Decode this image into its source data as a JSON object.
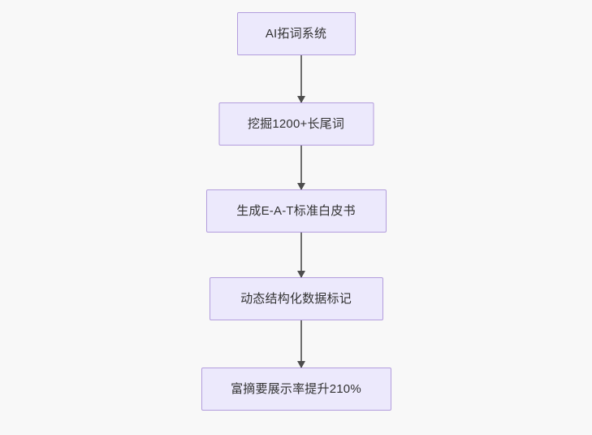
{
  "diagram": {
    "type": "flowchart",
    "orientation": "top-to-bottom",
    "background_color": "#f8f8f8",
    "node_fill_color": "#ece9fc",
    "node_border_color": "#b39ddd",
    "node_text_color": "#333333",
    "edge_color": "#6f6f6f",
    "nodes": [
      {
        "id": "n0",
        "label": "AI拓词系统"
      },
      {
        "id": "n1",
        "label": "挖掘1200+长尾词"
      },
      {
        "id": "n2",
        "label": "生成E-A-T标准白皮书"
      },
      {
        "id": "n3",
        "label": "动态结构化数据标记"
      },
      {
        "id": "n4",
        "label": "富摘要展示率提升210%"
      }
    ],
    "edges": [
      {
        "from": "n0",
        "to": "n1",
        "label": ""
      },
      {
        "from": "n1",
        "to": "n2",
        "label": ""
      },
      {
        "from": "n2",
        "to": "n3",
        "label": ""
      },
      {
        "from": "n3",
        "to": "n4",
        "label": ""
      }
    ]
  }
}
